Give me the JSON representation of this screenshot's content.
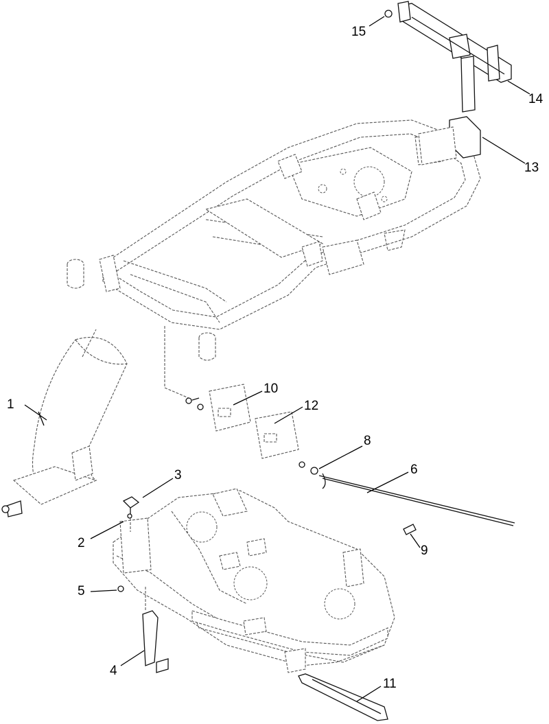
{
  "diagram": {
    "callouts": [
      {
        "id": "callout-1",
        "label": "1"
      },
      {
        "id": "callout-2",
        "label": "2"
      },
      {
        "id": "callout-3",
        "label": "3"
      },
      {
        "id": "callout-4",
        "label": "4"
      },
      {
        "id": "callout-5",
        "label": "5"
      },
      {
        "id": "callout-6",
        "label": "6"
      },
      {
        "id": "callout-8",
        "label": "8"
      },
      {
        "id": "callout-9",
        "label": "9"
      },
      {
        "id": "callout-10",
        "label": "10"
      },
      {
        "id": "callout-11",
        "label": "11"
      },
      {
        "id": "callout-12",
        "label": "12"
      },
      {
        "id": "callout-13",
        "label": "13"
      },
      {
        "id": "callout-14",
        "label": "14"
      },
      {
        "id": "callout-15",
        "label": "15"
      }
    ]
  }
}
